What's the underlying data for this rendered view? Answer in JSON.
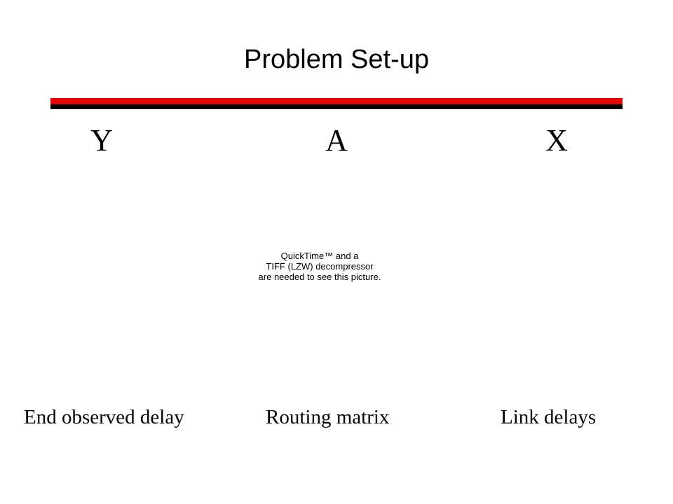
{
  "slide": {
    "title": "Problem Set-up",
    "colors": {
      "rule_top": "#e60000",
      "rule_bottom": "#000000",
      "text": "#000000",
      "background": "#ffffff"
    },
    "variables": {
      "y": {
        "symbol": "Y",
        "caption": "End observed delay"
      },
      "a": {
        "symbol": "A",
        "caption": "Routing matrix"
      },
      "x": {
        "symbol": "X",
        "caption": "Link delays"
      }
    },
    "image_placeholder": {
      "line1": "QuickTime™ and a",
      "line2": "TIFF (LZW) decompressor",
      "line3": "are needed to see this picture."
    }
  }
}
